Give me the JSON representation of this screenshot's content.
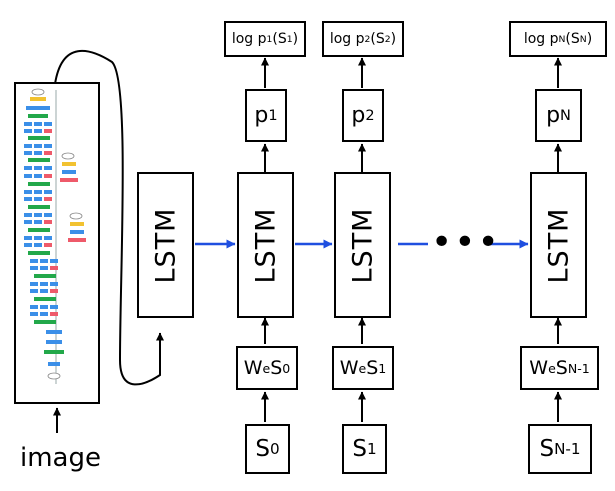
{
  "image_label": "image",
  "ellipsis": "•••",
  "lstm_label": "LSTM",
  "steps": [
    {
      "log_prob": {
        "prefix": "log p",
        "sub1": "1",
        "mid": "(S",
        "sub2": "1",
        "suffix": ")"
      },
      "prob": {
        "main": "p",
        "sub": "1"
      },
      "embed": {
        "w": "W",
        "w_sub": "e",
        "s": "S",
        "s_sub": "0"
      },
      "word": {
        "main": "S",
        "sub": "0"
      }
    },
    {
      "log_prob": {
        "prefix": "log p",
        "sub1": "2",
        "mid": "(S",
        "sub2": "2",
        "suffix": ")"
      },
      "prob": {
        "main": "p",
        "sub": "2"
      },
      "embed": {
        "w": "W",
        "w_sub": "e",
        "s": "S",
        "s_sub": "1"
      },
      "word": {
        "main": "S",
        "sub": "1"
      }
    },
    {
      "log_prob": {
        "prefix": "log p",
        "sub1": "N",
        "mid": "(S",
        "sub2": "N",
        "suffix": ")"
      },
      "prob": {
        "main": "p",
        "sub": "N"
      },
      "embed": {
        "w": "W",
        "w_sub": "e",
        "s": "S",
        "s_sub": "N-1"
      },
      "word": {
        "main": "S",
        "sub": "N-1"
      }
    }
  ],
  "colors": {
    "recurrent_arrow": "#1f4fe0",
    "stroke": "#000000",
    "cnn_blue": "#3b8fe8",
    "cnn_green": "#22a84a",
    "cnn_red": "#ee5a6a",
    "cnn_yellow": "#f2c230"
  }
}
